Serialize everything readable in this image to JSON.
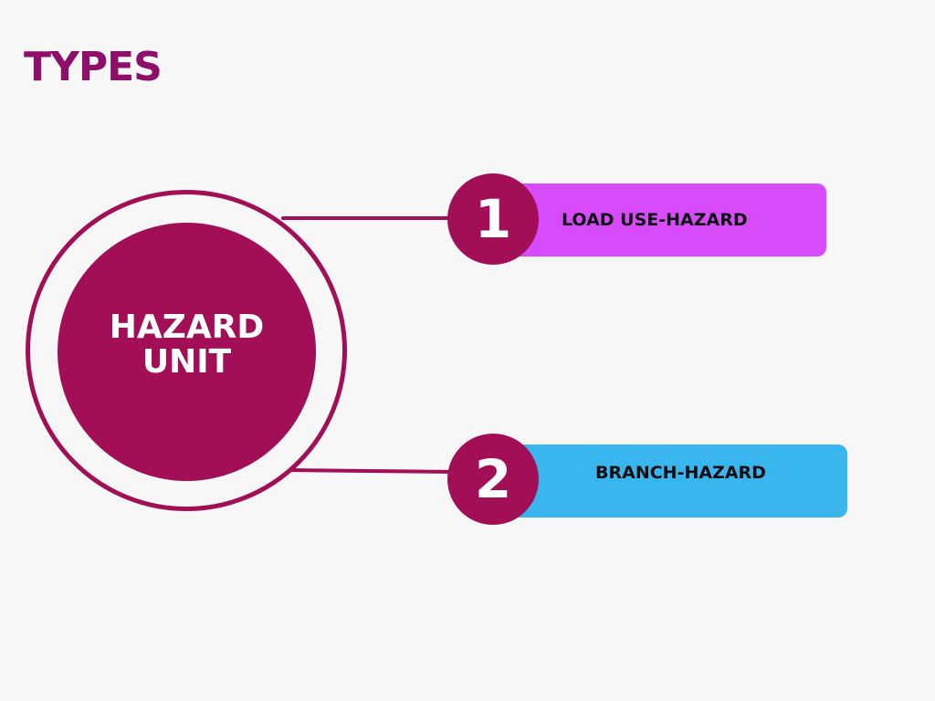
{
  "page": {
    "title": "TYPES",
    "background_color": "#f7f7f7"
  },
  "hub": {
    "label": "HAZARD UNIT",
    "color": "#a20f57"
  },
  "items": [
    {
      "number": "1",
      "label": "LOAD USE-HAZARD",
      "color": "#d74bfa"
    },
    {
      "number": "2",
      "label": "BRANCH-HAZARD",
      "color": "#39b6ee"
    }
  ],
  "colors": {
    "title": "#8e0f6a",
    "badge": "#a20f57",
    "connector": "#a20f57",
    "text_on_dark": "#ffffff",
    "text_on_pill": "#0e0e12"
  }
}
